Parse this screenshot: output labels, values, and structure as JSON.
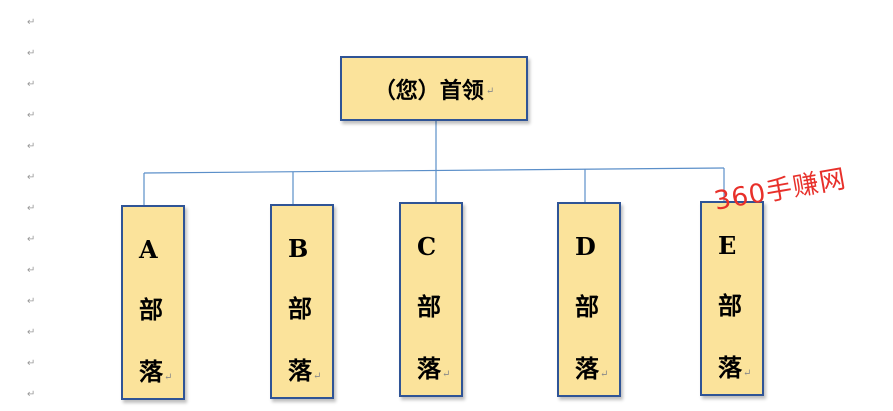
{
  "root": {
    "label": "（您）首领"
  },
  "tribes": [
    {
      "letter": "A",
      "word1": "部",
      "word2": "落"
    },
    {
      "letter": "B",
      "word1": "部",
      "word2": "落"
    },
    {
      "letter": "C",
      "word1": "部",
      "word2": "落"
    },
    {
      "letter": "D",
      "word1": "部",
      "word2": "落"
    },
    {
      "letter": "E",
      "word1": "部",
      "word2": "落"
    }
  ],
  "paragraph_mark": "↵",
  "watermark": "360手赚网",
  "colors": {
    "box_fill": "#fbe39b",
    "box_border": "#2f5496",
    "connector": "#5b8fc9",
    "watermark": "#e8302a"
  }
}
